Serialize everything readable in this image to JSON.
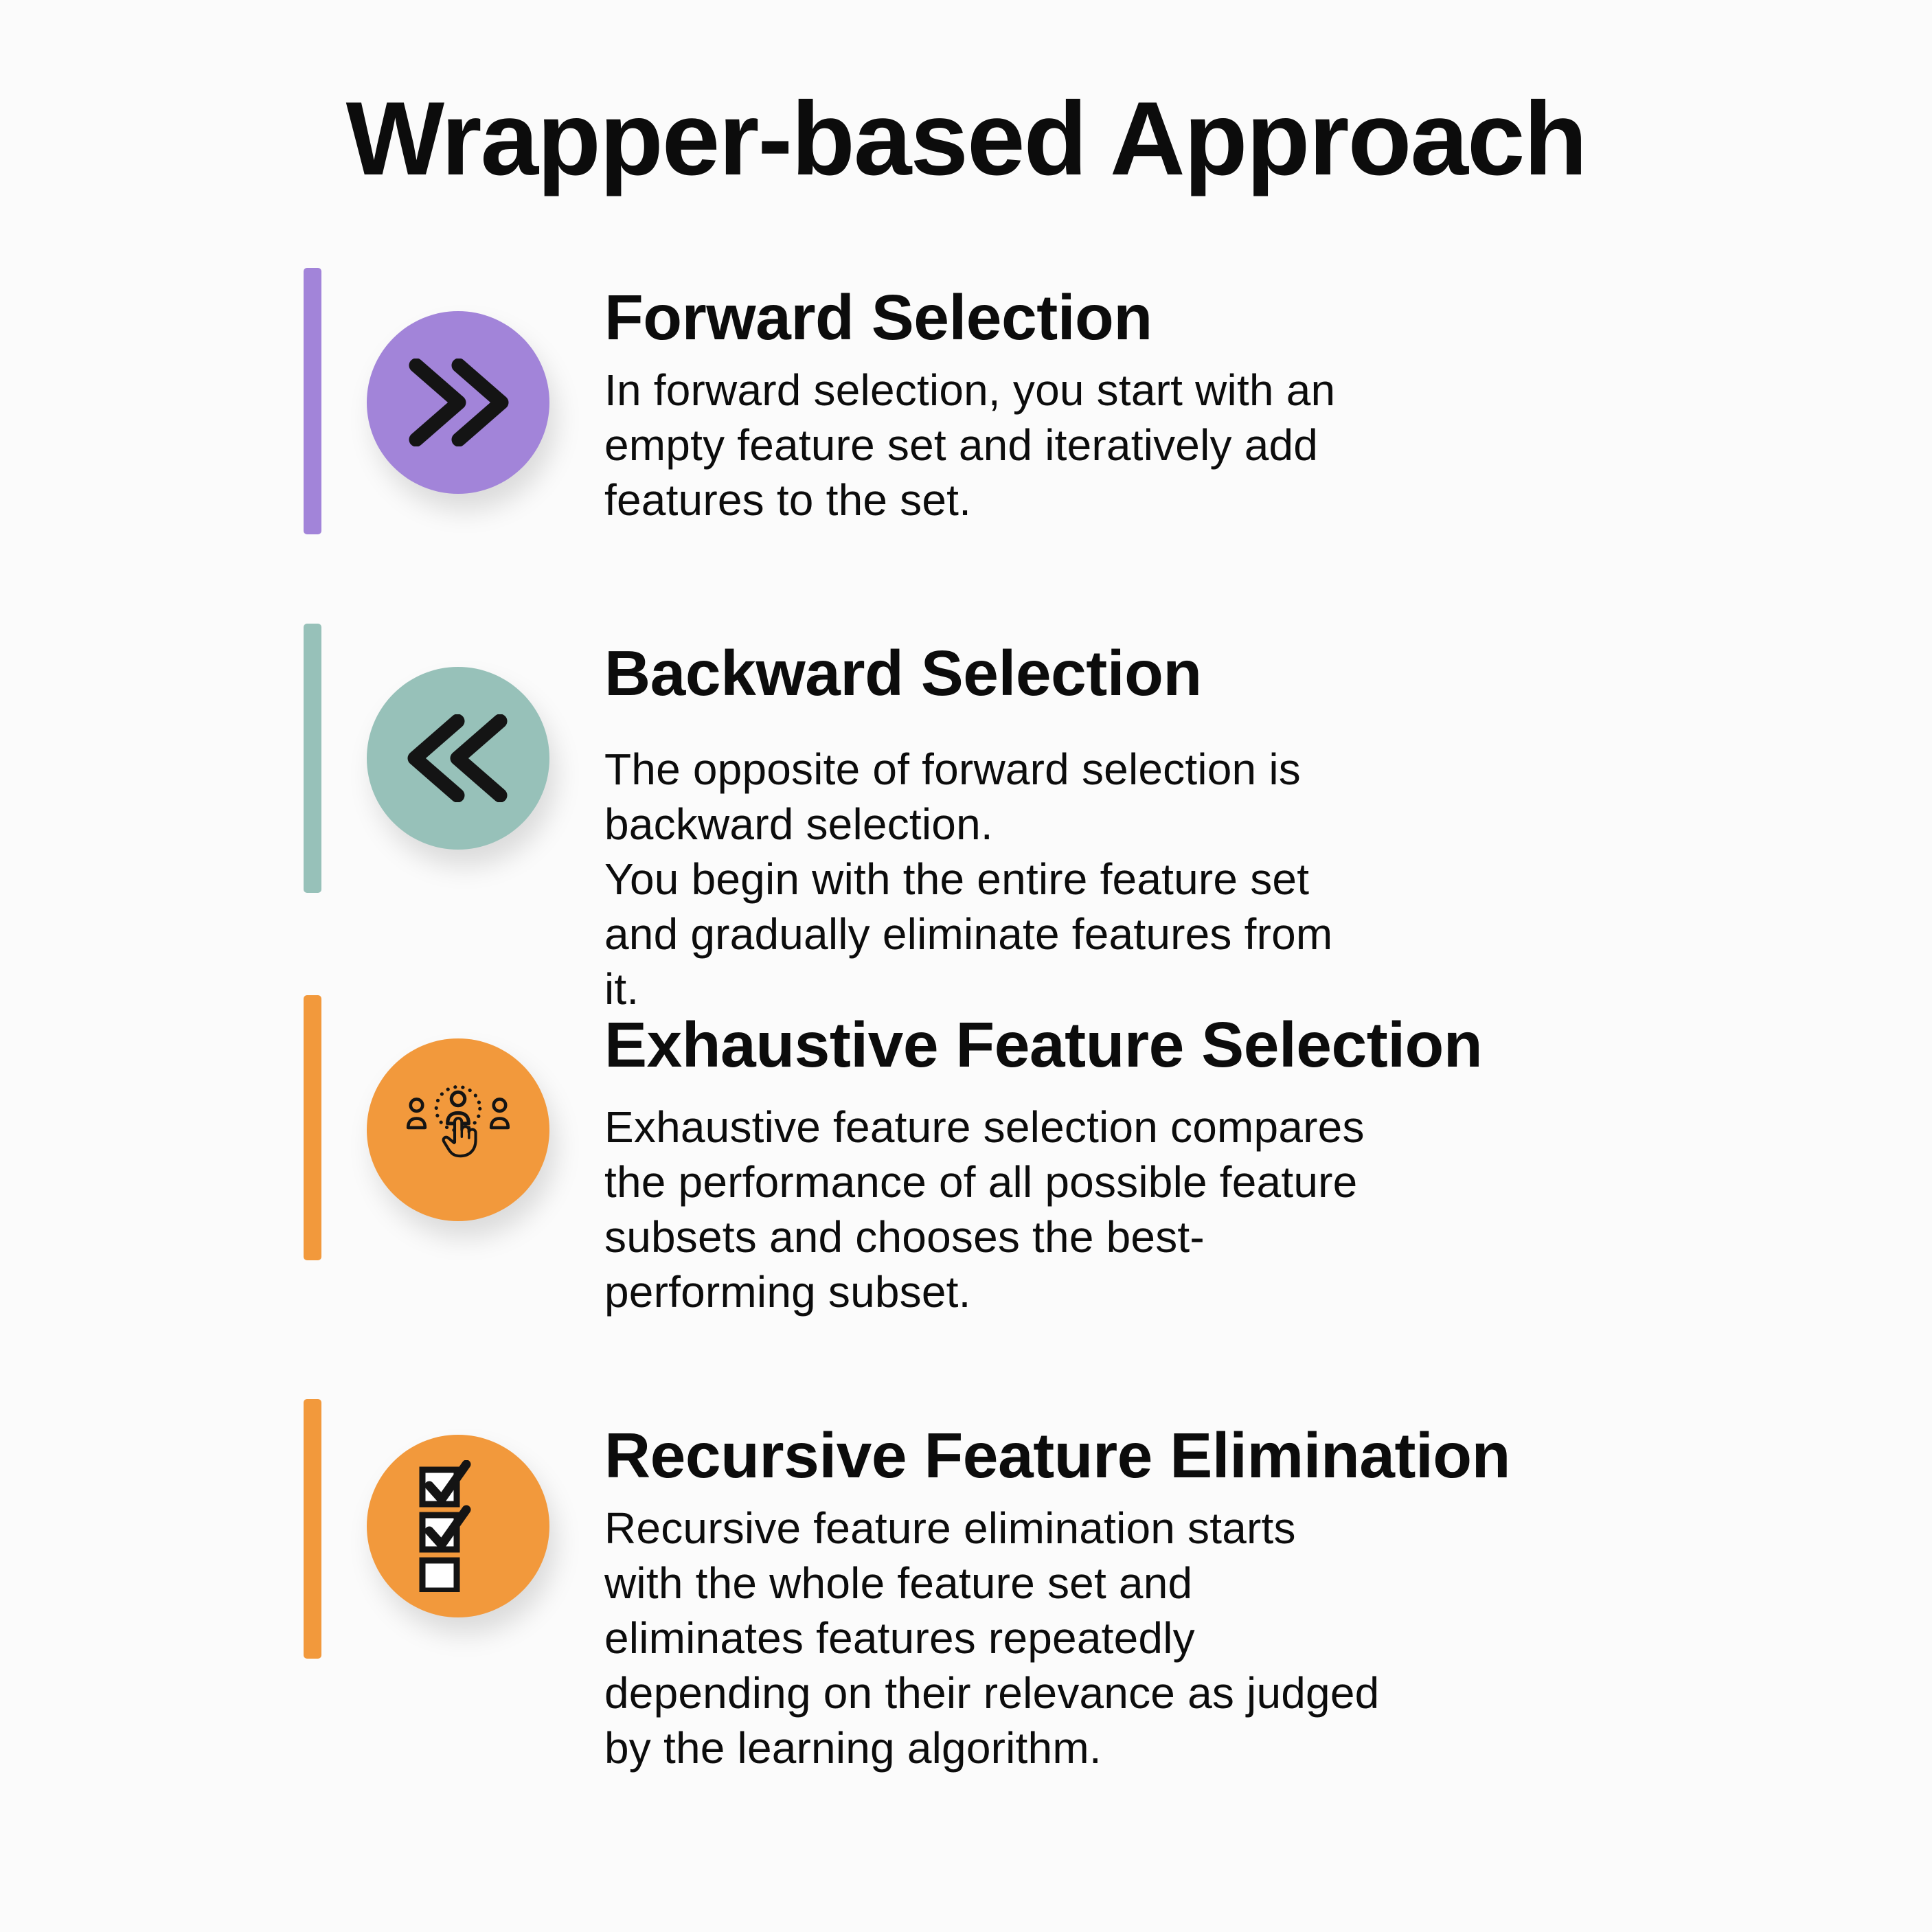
{
  "title": "Wrapper-based Approach",
  "palette": {
    "purple": "#A284D9",
    "teal": "#97C1B9",
    "orange": "#F2993C",
    "ink": "#0C0C0C",
    "background": "#FBFBFB"
  },
  "sections": [
    {
      "heading": "Forward Selection",
      "icon": "double-chevron-right-icon",
      "accent": "purple",
      "body": [
        "In forward selection, you start with an\nempty feature set and iteratively add\nfeatures to the set."
      ]
    },
    {
      "heading": "Backward Selection",
      "icon": "double-chevron-left-icon",
      "accent": "teal",
      "body": [
        "The opposite of forward selection is\nbackward selection.",
        "You begin with the entire feature set\nand gradually eliminate features from\nit."
      ]
    },
    {
      "heading": "Exhaustive Feature Selection",
      "icon": "person-selection-icon",
      "accent": "orange",
      "body": [
        "Exhaustive feature selection compares\nthe performance of all possible feature\nsubsets and chooses the best-\nperforming subset."
      ]
    },
    {
      "heading": "Recursive Feature Elimination",
      "icon": "checklist-icon",
      "accent": "orange",
      "body": [
        "Recursive feature elimination starts\nwith the whole feature set and\neliminates features repeatedly\ndepending on their relevance as judged\nby the learning algorithm."
      ]
    }
  ]
}
